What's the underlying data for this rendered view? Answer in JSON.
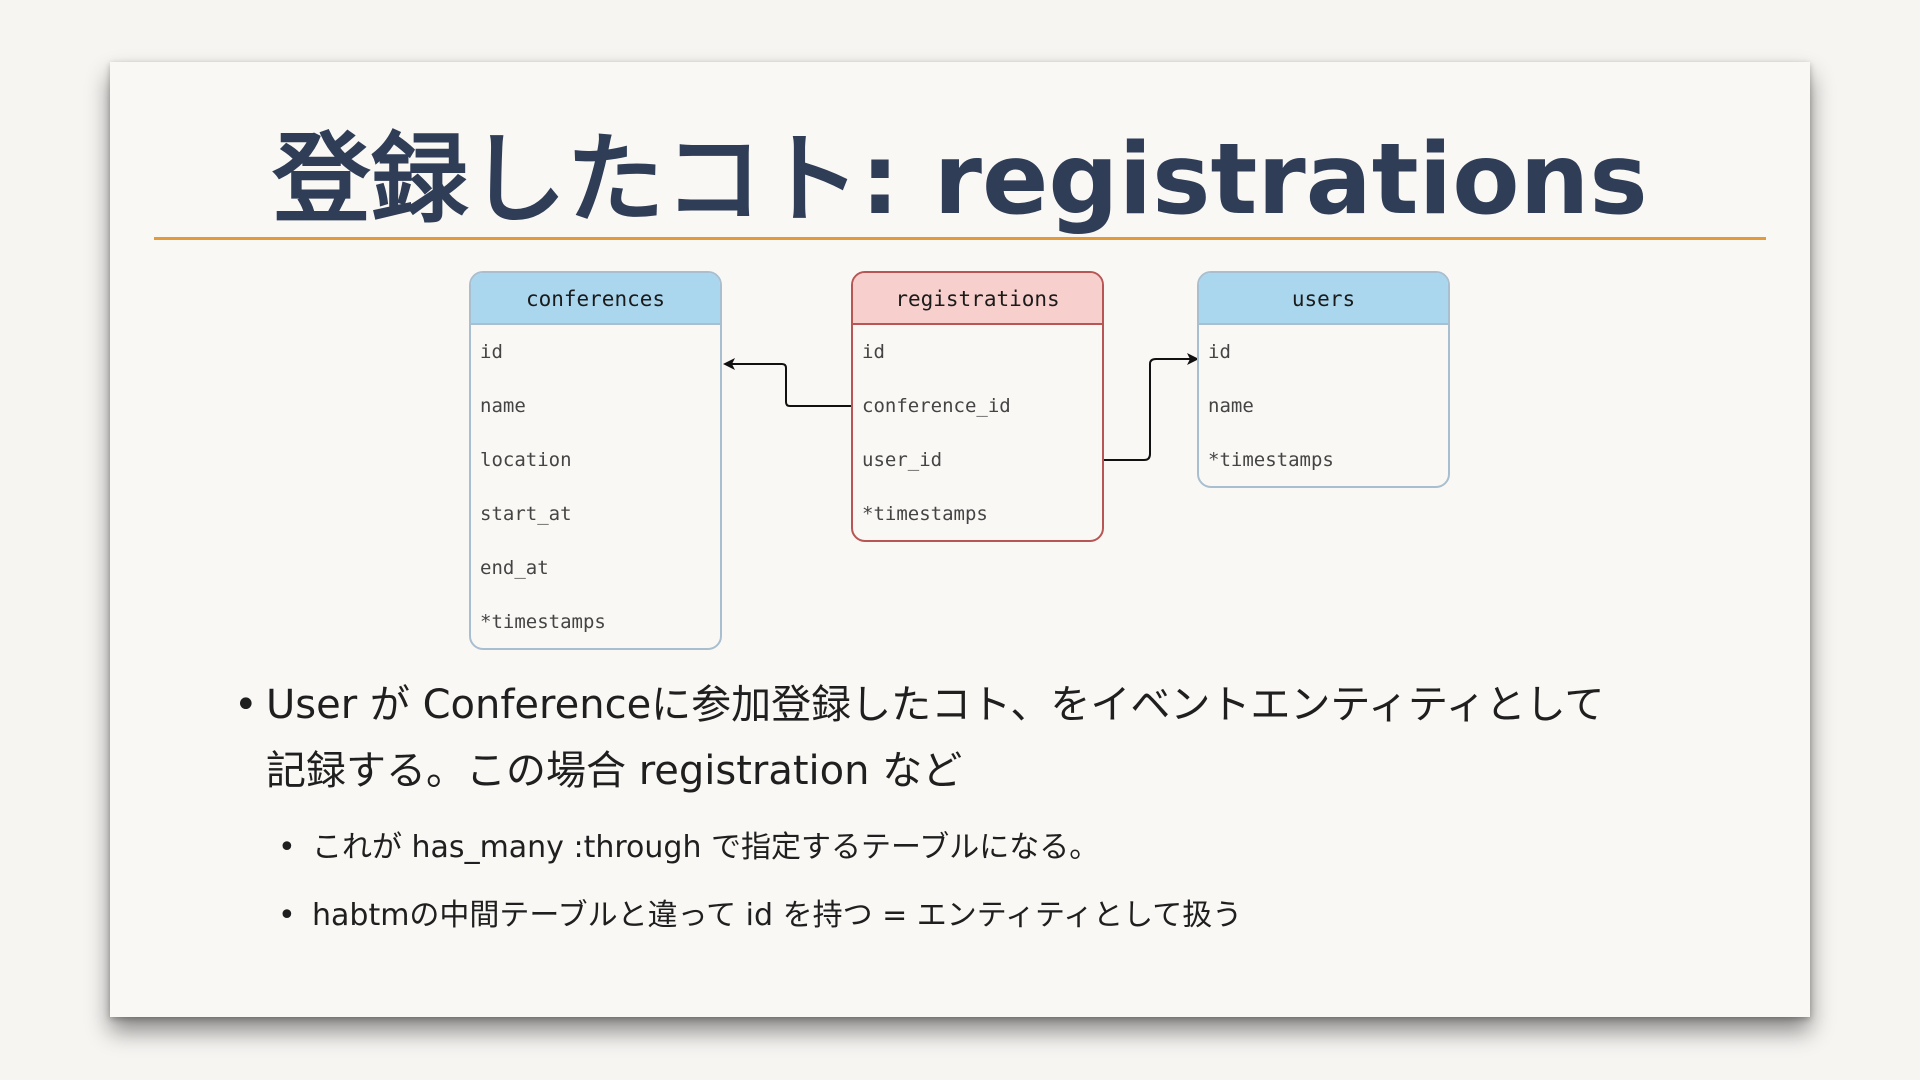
{
  "slide": {
    "title": "登録したコト: registrations"
  },
  "diagram": {
    "tables": [
      {
        "key": "conferences",
        "name": "conferences",
        "color": "#aad6ee",
        "columns": [
          "id",
          "name",
          "location",
          "start_at",
          "end_at",
          "*timestamps"
        ]
      },
      {
        "key": "registrations",
        "name": "registrations",
        "color": "#f7cfcc",
        "columns": [
          "id",
          "conference_id",
          "user_id",
          "*timestamps"
        ]
      },
      {
        "key": "users",
        "name": "users",
        "color": "#aad6ee",
        "columns": [
          "id",
          "name",
          "*timestamps"
        ]
      }
    ],
    "relations": [
      {
        "from": "registrations.conference_id",
        "to": "conferences.id"
      },
      {
        "from": "registrations.user_id",
        "to": "users.id"
      }
    ]
  },
  "bullets": {
    "main_line1": "User が Conferenceに参加登録したコト、をイベントエンティティとして",
    "main_line2": "記録する。この場合 registration など",
    "sub1": "これが has_many :through で指定するテーブルになる。",
    "sub2": "habtmの中間テーブルと違って id を持つ = エンティティとして扱う"
  },
  "colors": {
    "title": "#2f3d56",
    "rule": "#e39a3b",
    "blue_border": "#a9bfcf",
    "red_border": "#b85555"
  }
}
